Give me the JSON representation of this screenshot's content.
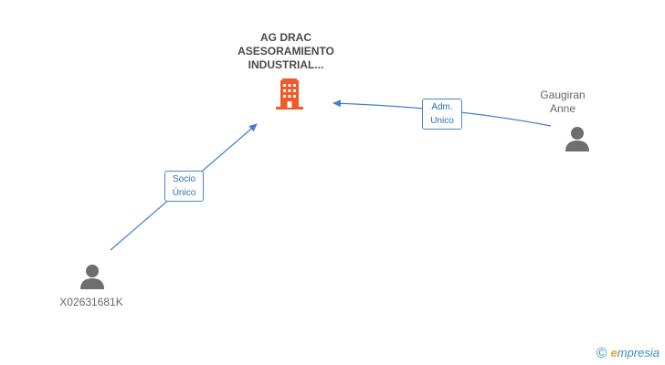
{
  "company": {
    "name": "AG DRAC\nASESORAMIENTO\nINDUSTRIAL...",
    "icon": "building-icon",
    "color": "#f05a28"
  },
  "persons": [
    {
      "id": "gaugiran",
      "name": "Gaugiran\nAnne",
      "icon": "person-icon"
    },
    {
      "id": "x02631681k",
      "name": "X02631681K",
      "icon": "person-icon"
    }
  ],
  "relations": [
    {
      "from": "x02631681k",
      "to": "company",
      "label": "Socio\nÚnico"
    },
    {
      "from": "gaugiran",
      "to": "company",
      "label": "Adm.\nUnico"
    }
  ],
  "colors": {
    "edge": "#3d7fd0",
    "person": "#6e6e6e",
    "label_border": "#4a86c8"
  },
  "brand": {
    "copyright": "©",
    "name_initial": "e",
    "name_rest": "mpresia"
  }
}
